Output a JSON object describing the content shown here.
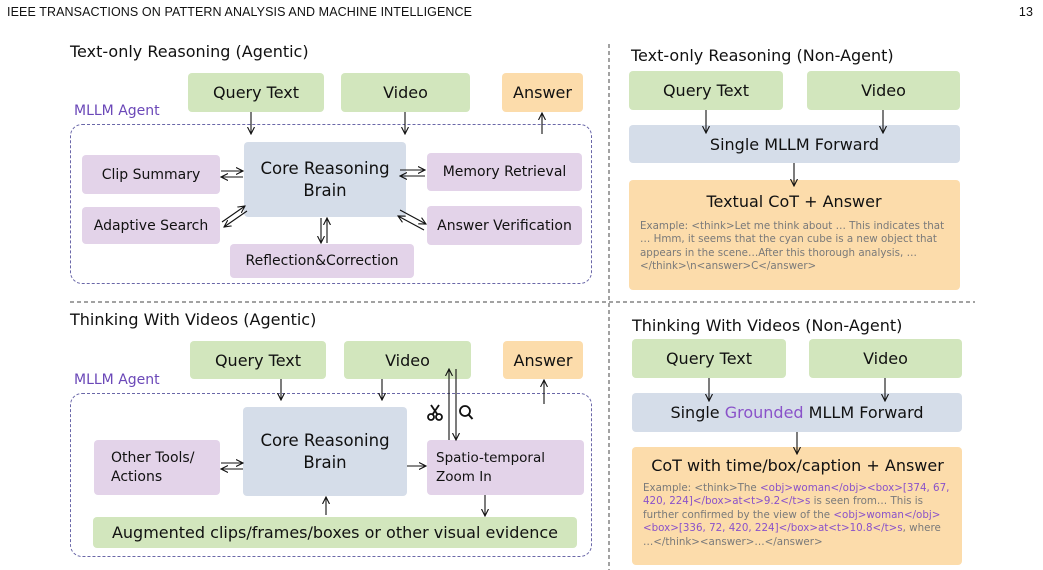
{
  "header": {
    "journal": "IEEE TRANSACTIONS ON PATTERN ANALYSIS AND MACHINE INTELLIGENCE",
    "page_number": "13"
  },
  "panels": {
    "tl": {
      "title": "Text-only Reasoning (Agentic)",
      "agent_label": "MLLM Agent",
      "query": "Query Text",
      "video": "Video",
      "answer": "Answer",
      "core": [
        "Core Reasoning",
        "Brain"
      ],
      "clip_summary": "Clip Summary",
      "adaptive_search": "Adaptive Search",
      "memory_retrieval": "Memory Retrieval",
      "answer_verification": "Answer Verification",
      "reflection": "Reflection&Correction"
    },
    "tr": {
      "title": "Text-only Reasoning (Non-Agent)",
      "query": "Query Text",
      "video": "Video",
      "forward": "Single MLLM Forward",
      "cot_title": "Textual CoT + Answer",
      "example": "Example: <think>Let me think about … This indicates that … Hmm, it seems that the cyan cube is a new object that appears in the scene…After this thorough analysis, …</think>\\n<answer>C</answer>"
    },
    "bl": {
      "title": "Thinking With Videos (Agentic)",
      "agent_label": "MLLM Agent",
      "query": "Query Text",
      "video": "Video",
      "answer": "Answer",
      "core": [
        "Core Reasoning",
        "Brain"
      ],
      "other_tools": [
        "Other Tools/",
        "Actions"
      ],
      "zoom": [
        "Spatio-temporal",
        "Zoom In"
      ],
      "augmented": "Augmented clips/frames/boxes or other visual evidence"
    },
    "br": {
      "title": "Thinking With Videos (Non-Agent)",
      "query": "Query Text",
      "video": "Video",
      "forward_pre": "Single ",
      "forward_hl": "Grounded",
      "forward_post": " MLLM Forward",
      "cot_title": "CoT with time/box/caption + Answer",
      "example": [
        {
          "t": "Example: <think>The ",
          "hl": false
        },
        {
          "t": "<obj>woman</obj><box>[374, 67, 420, 224]</box>at<t>9.2</t>s",
          "hl": true
        },
        {
          "t": " is seen from… This is further confirmed by the view of the ",
          "hl": false
        },
        {
          "t": "<obj>woman</obj><box>[336, 72, 420, 224]</box>at<t>10.8</t>s",
          "hl": true
        },
        {
          "t": ", where …</think><answer>…</answer>",
          "hl": false
        }
      ]
    }
  },
  "colors": {
    "green": "#d2e6bd",
    "orange": "#fcdcab",
    "purple": "#e3d3e9",
    "blue": "#d5dde9",
    "highlight": "#8a52c9"
  }
}
